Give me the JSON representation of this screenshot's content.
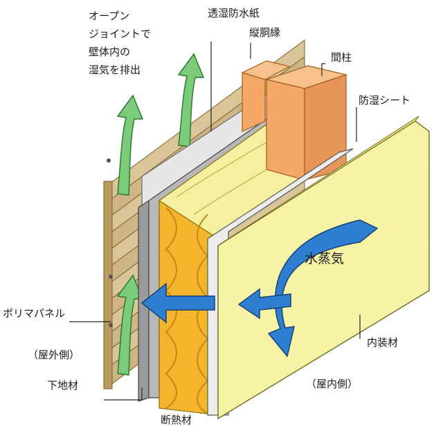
{
  "labels": {
    "open_joint_line1": "オープン",
    "open_joint_line2": "ジョイントで",
    "open_joint_line3": "壁体内の",
    "open_joint_line4": "湿気を排出",
    "breathable_paper": "透湿防水紙",
    "furring_strip": "縦胴縁",
    "stud": "間柱",
    "vapor_barrier": "防湿シート",
    "water_vapor": "水蒸気",
    "polymer_panel": "ポリマパネル",
    "exterior_side": "（屋外側）",
    "base_material": "下地材",
    "insulation": "断熱材",
    "interior_material": "内装材",
    "interior_side": "（屋内側）"
  },
  "colors": {
    "siding": "#d9c597",
    "siding_dark": "#a88a55",
    "membrane": "#e2e2e2",
    "base_board": "#9a9a9a",
    "insulation": "#f3b52b",
    "insulation_light": "#f8d56a",
    "insulation_top": "#f5f0a0",
    "wood": "#f4a868",
    "wood_dark": "#e08a4c",
    "interior_board": "#f6f3a6",
    "air_arrow": "#7ccb7a",
    "vapor_arrow": "#2f7fd0"
  }
}
